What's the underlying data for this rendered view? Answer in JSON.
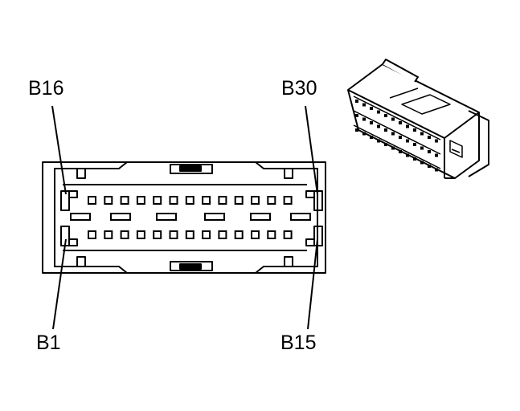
{
  "labels": {
    "top_left": "B16",
    "top_right": "B30",
    "bottom_left": "B1",
    "bottom_right": "B15"
  },
  "colors": {
    "ink": "#000000",
    "paper": "#ffffff"
  },
  "connector": {
    "pins_per_row": 15,
    "rows": 2
  }
}
